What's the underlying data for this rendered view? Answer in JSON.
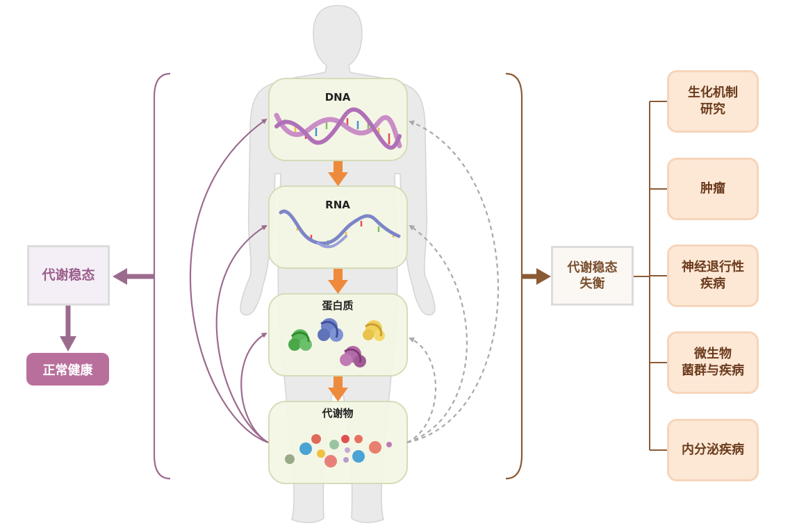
{
  "colors": {
    "left_accent": "#9b6b8e",
    "right_accent": "#8a5a35",
    "flow_arrow": "#ee8a3c",
    "dashed": "#a8a8a8",
    "panel_fill": "#f4f6e4",
    "panel_border": "#d3dcb8",
    "body_fill": "#eaeaea"
  },
  "central": {
    "panels": [
      "DNA",
      "RNA",
      "蛋白质",
      "代谢物"
    ]
  },
  "left": {
    "homeostasis": "代谢稳态",
    "healthy": "正常健康"
  },
  "right": {
    "imbalance": "代谢稳态\n失衡",
    "diseases": [
      "生化机制\n研究",
      "肿瘤",
      "神经退行性\n疾病",
      "微生物\n菌群与疾病",
      "内分泌疾病"
    ]
  }
}
